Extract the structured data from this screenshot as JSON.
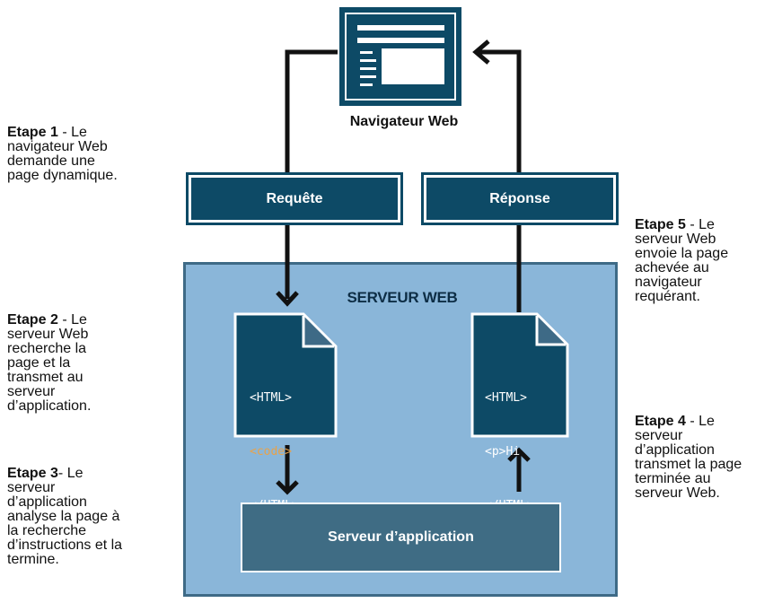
{
  "browser": {
    "label": "Navigateur Web"
  },
  "request": {
    "label": "Requête"
  },
  "response": {
    "label": "Réponse"
  },
  "server": {
    "title": "SERVEUR WEB"
  },
  "app_server": {
    "label": "Serveur d’application"
  },
  "doc_left": {
    "lines": [
      "<HTML>",
      "<code>",
      "</HTML>"
    ]
  },
  "doc_right": {
    "lines": [
      "<HTML>",
      "<p>Hi",
      "</HTML>"
    ]
  },
  "steps": [
    {
      "title": "Etape 1",
      "sep": " - ",
      "lines": [
        "Le",
        "navigateur Web",
        "demande une",
        "page dynamique."
      ]
    },
    {
      "title": "Etape 2",
      "sep": " - ",
      "lines": [
        "Le",
        "serveur Web",
        "recherche la",
        "page et la",
        "transmet au",
        "serveur",
        "d’application."
      ]
    },
    {
      "title": "Etape 3",
      "sep": "- ",
      "lines": [
        "Le",
        "serveur",
        "d’application",
        "analyse la page à",
        "la recherche",
        "d’instructions et la",
        "termine."
      ]
    },
    {
      "title": "Etape 4",
      "sep": " - ",
      "lines": [
        "Le",
        "serveur",
        "d’application",
        "transmet la page",
        "terminée au",
        "serveur Web."
      ]
    },
    {
      "title": "Etape 5",
      "sep": " - ",
      "lines": [
        "Le",
        "serveur Web",
        "envoie la page",
        "achevée au",
        "navigateur",
        "requérant."
      ]
    }
  ],
  "colors": {
    "dark_teal": "#0d4a66",
    "server_bg": "#8ab6d9",
    "server_border": "#3e6a86",
    "app_server_bg": "#3f6c84",
    "code_highlight": "#e8a24a"
  },
  "icons": [
    "browser-window-icon",
    "document-icon",
    "arrow-icon"
  ]
}
